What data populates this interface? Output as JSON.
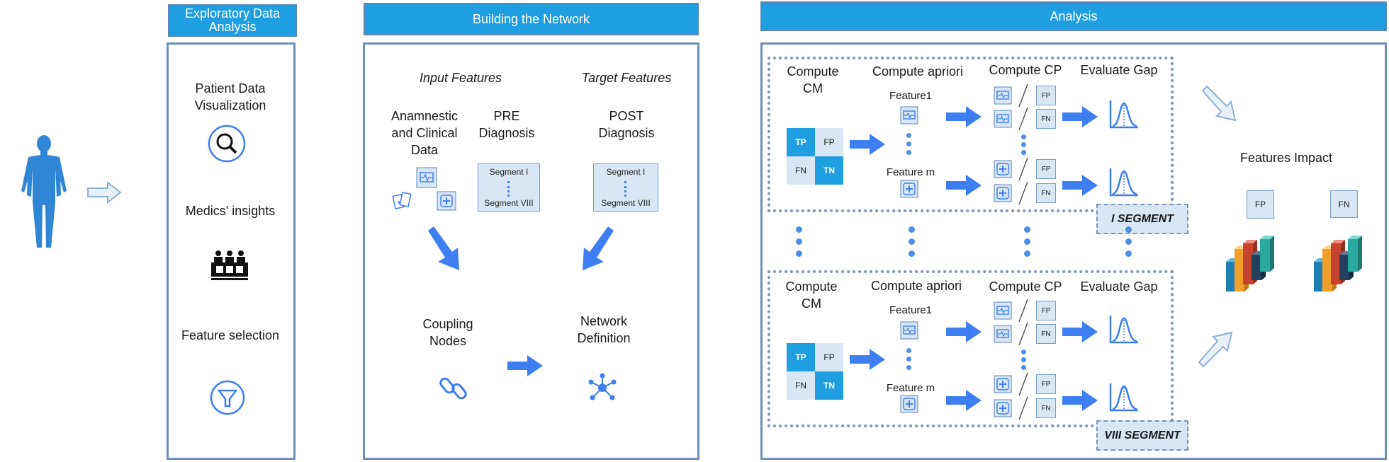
{
  "eda": {
    "title": "Exploratory Data Analysis",
    "items": [
      "Patient Data Visualization",
      "Medics' insights",
      "Feature selection"
    ]
  },
  "network": {
    "title": "Building the Network",
    "input_features": "Input Features",
    "target_features": "Target Features",
    "anamnestic": "Anamnestic and Clinical Data",
    "pre": "PRE Diagnosis",
    "post": "POST Diagnosis",
    "segment_first": "Segment I",
    "segment_last": "Segment VIII",
    "coupling": "Coupling Nodes",
    "definition": "Network Definition"
  },
  "analysis": {
    "title": "Analysis",
    "compute_cm": "Compute CM",
    "compute_apriori": "Compute apriori",
    "compute_cp": "Compute CP",
    "evaluate_gap": "Evaluate Gap",
    "feature1": "Feature1",
    "featurem": "Feature m",
    "tp": "TP",
    "fp": "FP",
    "fn": "FN",
    "tn": "TN",
    "segment_i": "I SEGMENT",
    "segment_viii": "VIII SEGMENT",
    "features_impact": "Features Impact"
  },
  "colors": {
    "header": "#1f9ee0",
    "arrow": "#3d7ef0",
    "border": "#6f8fb8",
    "light": "#d9e6f5"
  },
  "icons": [
    "human-figure-icon",
    "magnifier-icon",
    "medics-panel-icon",
    "funnel-icon",
    "monitor-icon",
    "medical-icon",
    "chain-link-icon",
    "network-icon",
    "distribution-curve-icon",
    "bar-chart-3d-icon"
  ]
}
